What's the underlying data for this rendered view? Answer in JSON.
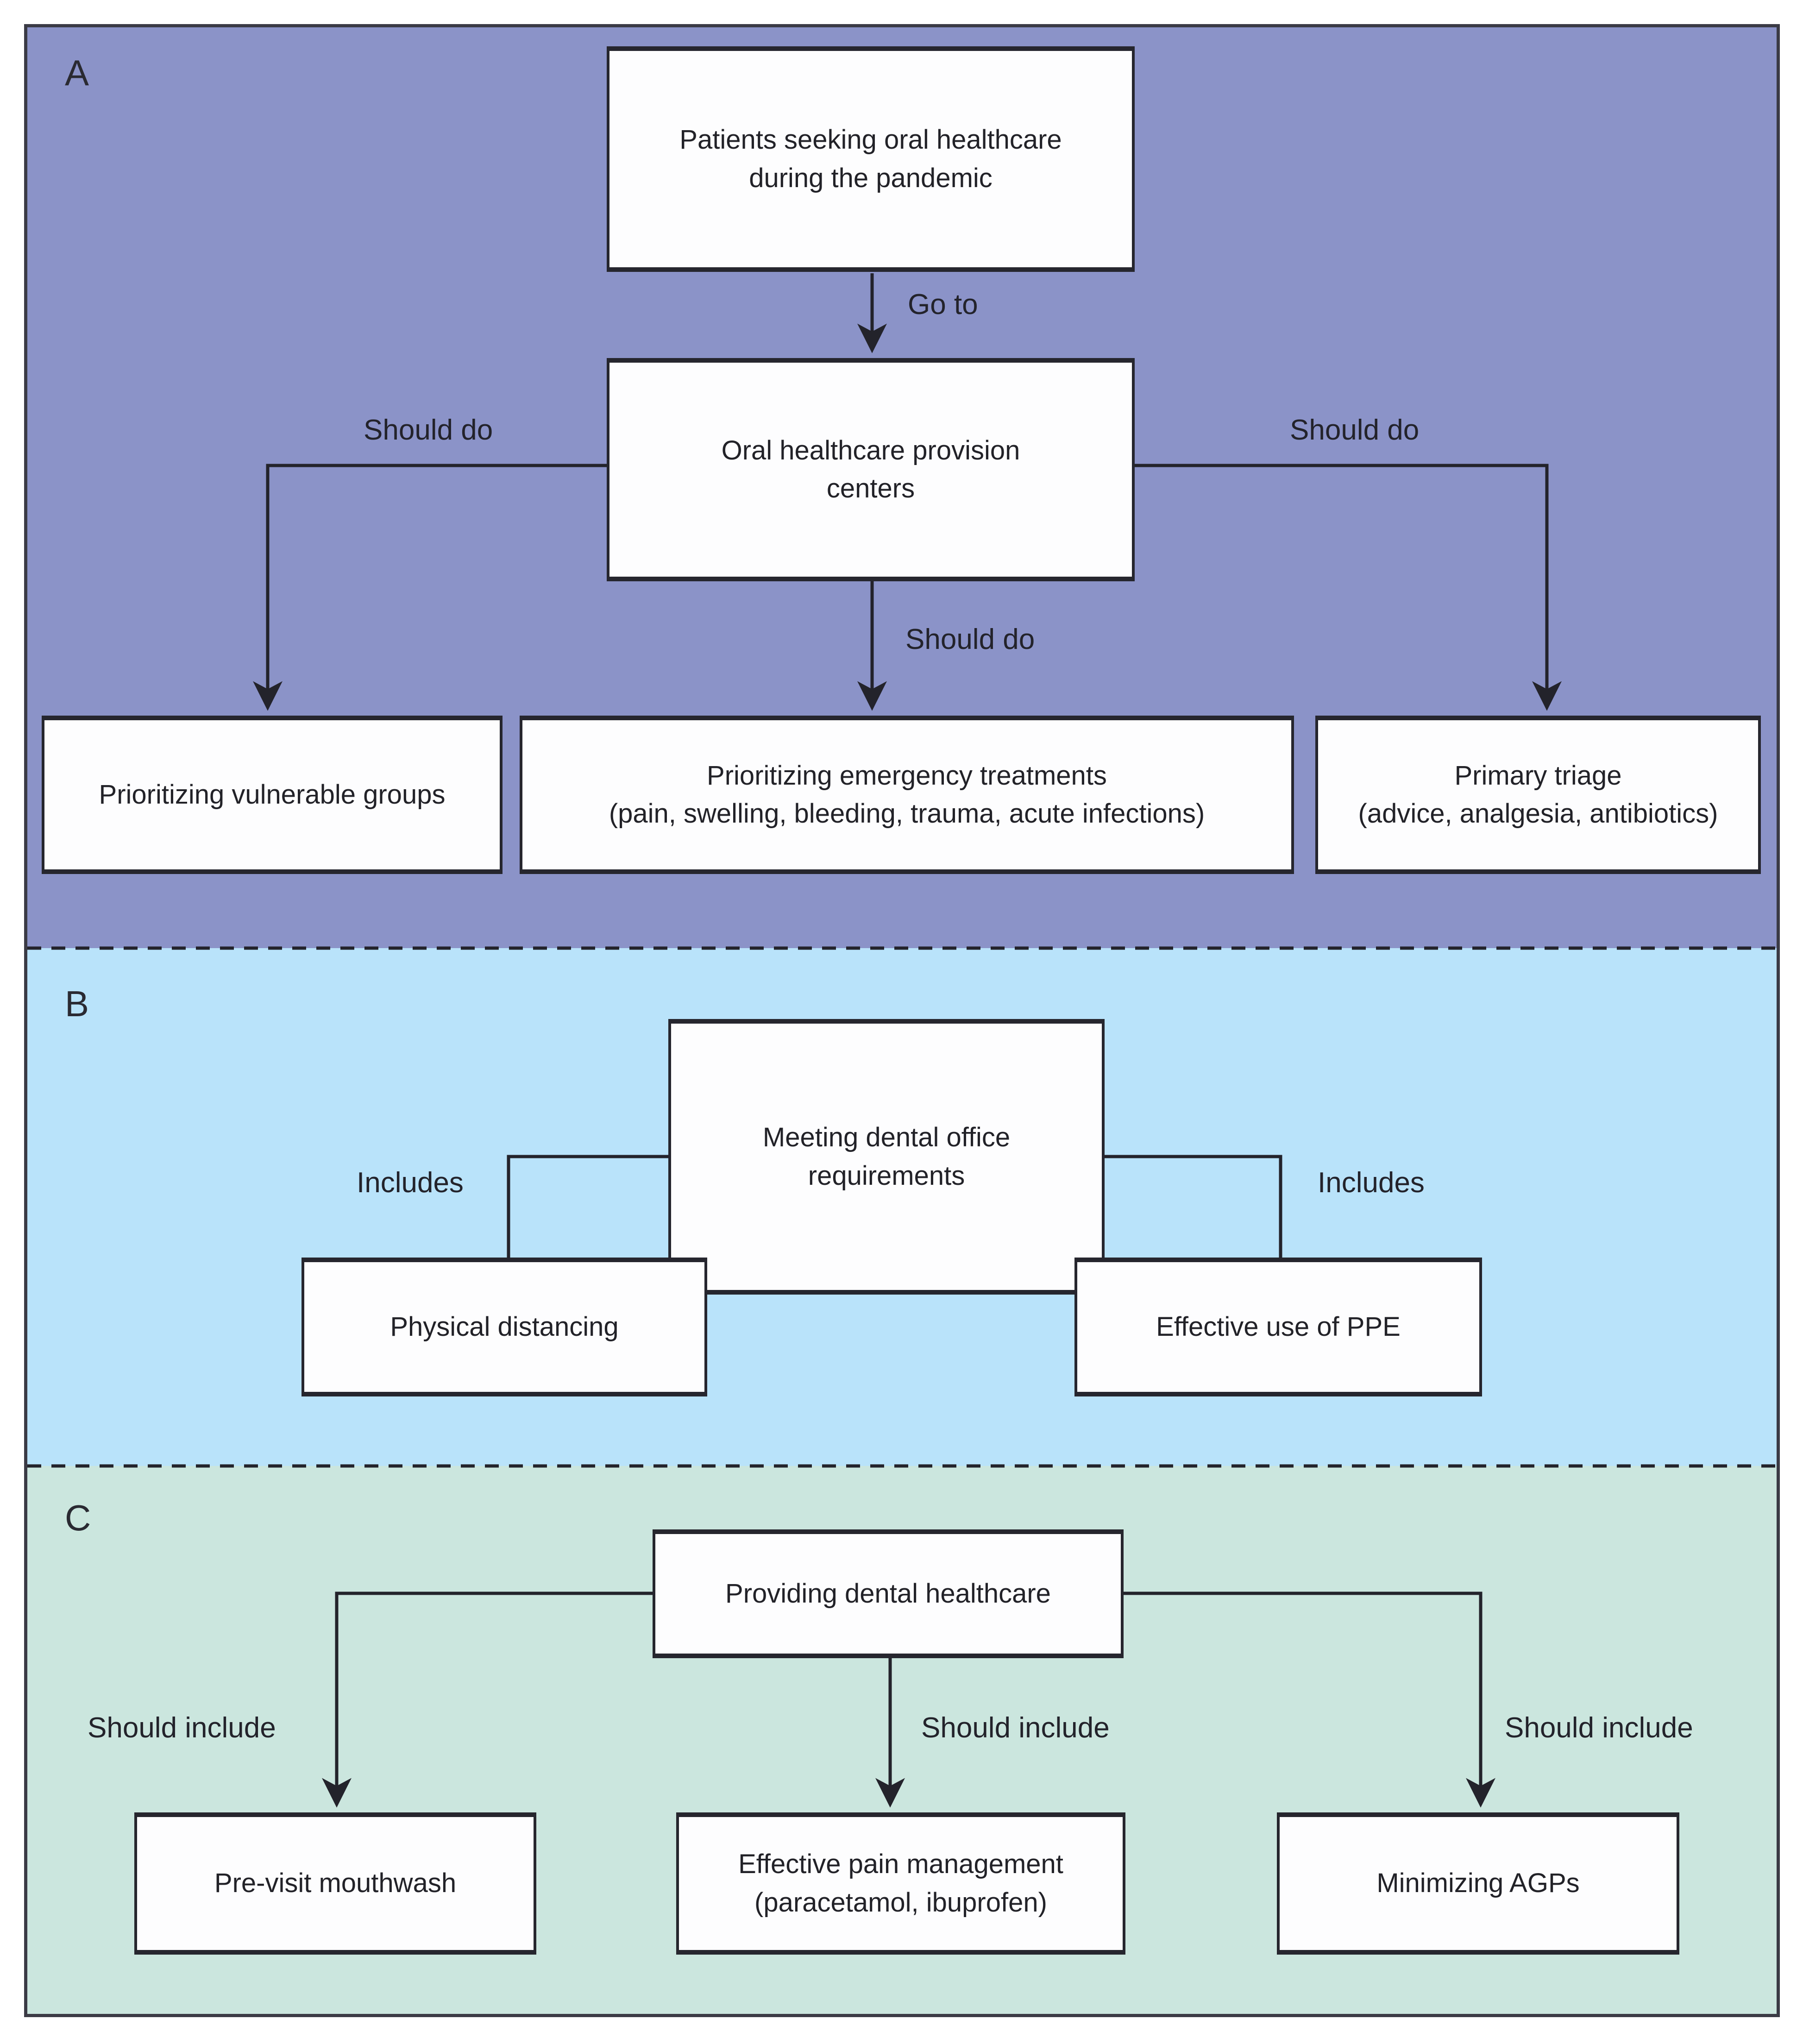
{
  "diagram": {
    "colors": {
      "line": "#23232b",
      "node_fill": "#fdfdfe",
      "node_border": "#26262e",
      "frame_border": "#3b3b45"
    },
    "panels": [
      {
        "letter": "A",
        "bg": "#8b93c8",
        "nodes": [
          {
            "line1": "Patients seeking oral healthcare",
            "line2": "during the pandemic"
          },
          {
            "line1": "Oral healthcare provision",
            "line2": "centers"
          },
          {
            "line1": "Prioritizing vulnerable groups",
            "line2": ""
          },
          {
            "line1": "Prioritizing emergency treatments",
            "line2": "(pain, swelling,  bleeding, trauma, acute infections)"
          },
          {
            "line1": "Primary triage",
            "line2": "(advice, analgesia, antibiotics)"
          }
        ],
        "edge_labels": [
          "Go to",
          "Should do",
          "Should do",
          "Should do"
        ]
      },
      {
        "letter": "B",
        "bg": "#b9e3fa",
        "nodes": [
          {
            "line1": "Meeting dental office",
            "line2": "requirements"
          },
          {
            "line1": "Physical distancing",
            "line2": ""
          },
          {
            "line1": "Effective use of PPE",
            "line2": ""
          }
        ],
        "edge_labels": [
          "Includes",
          "Includes"
        ]
      },
      {
        "letter": "C",
        "bg": "#cbe6de",
        "nodes": [
          {
            "line1": "Providing dental healthcare",
            "line2": ""
          },
          {
            "line1": "Pre-visit mouthwash",
            "line2": ""
          },
          {
            "line1": "Effective pain management",
            "line2": "(paracetamol, ibuprofen)"
          },
          {
            "line1": "Minimizing AGPs",
            "line2": ""
          }
        ],
        "edge_labels": [
          "Should include",
          "Should include",
          "Should include"
        ]
      }
    ]
  }
}
